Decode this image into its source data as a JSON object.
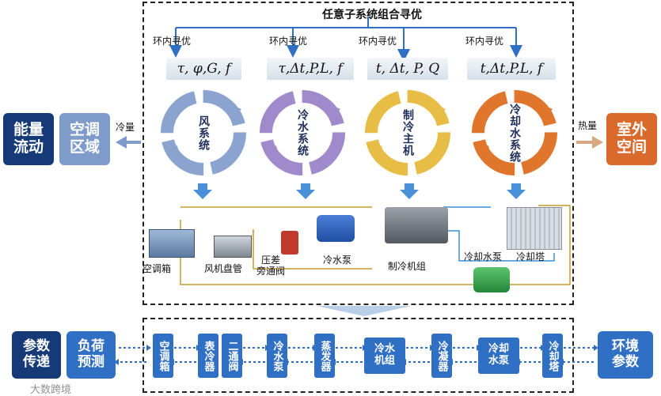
{
  "top_banner": "任意子系统组合寻优",
  "loop_label": "环内寻优",
  "params": [
    "τ, φ,G, f",
    "τ,Δt,P,L, f",
    "t, Δt, P, Q",
    "t,Δt,P,L, f"
  ],
  "cycles": [
    {
      "label": "风系统",
      "color": "#7f9bc9"
    },
    {
      "label": "冷水系统",
      "color": "#9b82c4"
    },
    {
      "label": "制冷主机",
      "color": "#e8b83c"
    },
    {
      "label": "冷却水系统",
      "color": "#e07a2f"
    }
  ],
  "left_boxes": {
    "energy": "能量\n流动",
    "zone": "空调\n区域",
    "cold_label": "冷量"
  },
  "right_boxes": {
    "outdoor": "室外\n空间",
    "heat_label": "热量"
  },
  "equipment": {
    "ahu": "空调箱",
    "fcu": "风机盘管",
    "bypass": "压差\n旁通阀",
    "chw_pump": "冷水泵",
    "chiller": "制冷机组",
    "cw_pump": "冷却水泵",
    "tower": "冷却塔"
  },
  "bottom": {
    "left1": "参数\n传递",
    "left2": "负荷\n预测",
    "right": "环境\n参数",
    "chain": [
      "空调箱",
      "表冷器",
      "二通阀",
      "冷水泵",
      "蒸发器",
      "冷水\n机组",
      "冷凝器",
      "冷却\n水泵",
      "冷却塔"
    ]
  },
  "watermark": "大数跨境",
  "colors": {
    "navy": "#163a78",
    "blue": "#2f6fc4",
    "lightblue": "#7f9bc9",
    "orange": "#d96a2b"
  }
}
